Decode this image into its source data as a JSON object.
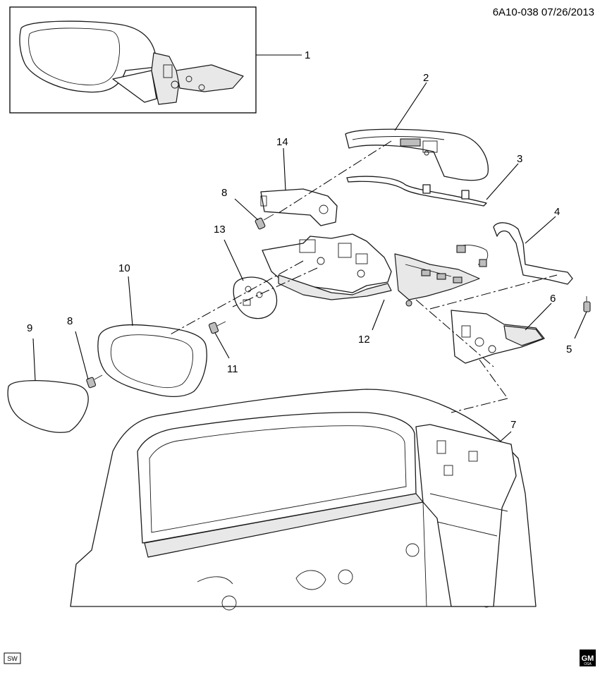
{
  "header": {
    "diagram_code": "6A10-038 07/26/2013"
  },
  "callouts": [
    {
      "id": "1",
      "label": "1"
    },
    {
      "id": "2",
      "label": "2"
    },
    {
      "id": "3",
      "label": "3"
    },
    {
      "id": "4",
      "label": "4"
    },
    {
      "id": "5",
      "label": "5"
    },
    {
      "id": "6",
      "label": "6"
    },
    {
      "id": "7",
      "label": "7"
    },
    {
      "id": "8a",
      "label": "8"
    },
    {
      "id": "8b",
      "label": "8"
    },
    {
      "id": "9",
      "label": "9"
    },
    {
      "id": "10",
      "label": "10"
    },
    {
      "id": "11",
      "label": "11"
    },
    {
      "id": "12",
      "label": "12"
    },
    {
      "id": "13",
      "label": "13"
    },
    {
      "id": "14",
      "label": "14"
    }
  ],
  "footer": {
    "left_badge": "SW",
    "right_logo": "GM",
    "right_logo_sub": "OSA"
  },
  "icons": {
    "left_badge": "sw-badge-icon",
    "right_logo": "gm-logo-icon"
  }
}
